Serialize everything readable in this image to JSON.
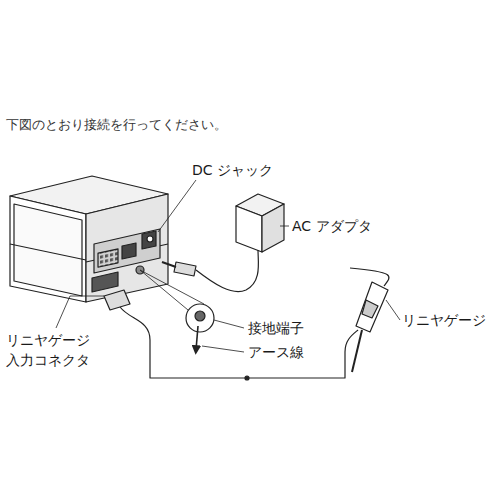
{
  "diagram": {
    "title": "下図のとおり接続を行ってください。",
    "labels": [
      "DC ジャック",
      "AC アダプタ",
      "リニヤゲージ",
      "接地端子",
      "アース線",
      "リニヤゲージ 入力コネクタ"
    ]
  }
}
